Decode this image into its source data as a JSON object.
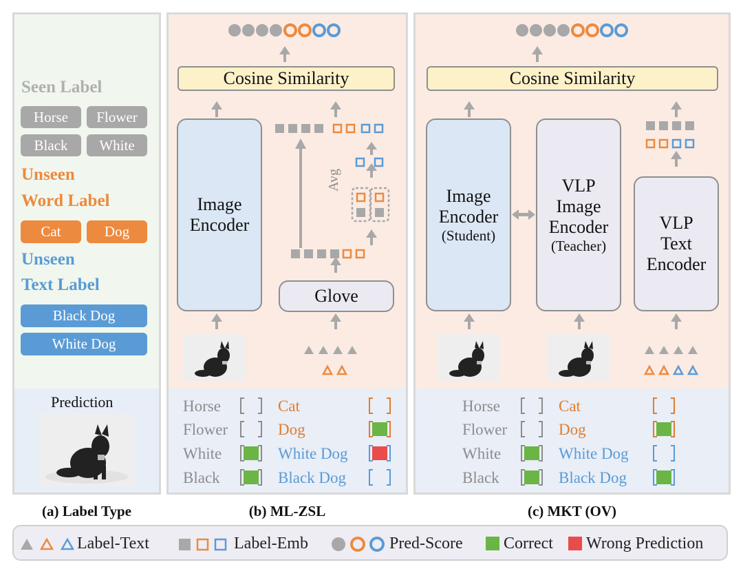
{
  "panel_a": {
    "seen_title": "Seen Label",
    "seen_labels": [
      "Horse",
      "Flower",
      "Black",
      "White"
    ],
    "unseen_word_title_1": "Unseen",
    "unseen_word_title_2": "Word Label",
    "unseen_word_labels": [
      "Cat",
      "Dog"
    ],
    "unseen_text_title_1": "Unseen",
    "unseen_text_title_2": "Text Label",
    "unseen_text_labels": [
      "Black Dog",
      "White Dog"
    ],
    "prediction_title": "Prediction",
    "caption": "(a) Label Type"
  },
  "panel_b": {
    "cosine_label": "Cosine Similarity",
    "image_encoder_1": "Image",
    "image_encoder_2": "Encoder",
    "glove_label": "Glove",
    "avg_label": "Avg",
    "caption": "(b) ML-ZSL",
    "predictions": {
      "left": [
        "Horse",
        "Flower",
        "White",
        "Black"
      ],
      "right": [
        "Cat",
        "Dog",
        "White Dog",
        "Black Dog"
      ],
      "left_marks": [
        "empty",
        "empty",
        "correct",
        "correct"
      ],
      "right_marks": [
        "empty",
        "correct",
        "wrong",
        "empty"
      ]
    }
  },
  "panel_c": {
    "cosine_label": "Cosine Similarity",
    "student_1": "Image",
    "student_2": "Encoder",
    "student_3": "(Student)",
    "teacher_1": "VLP",
    "teacher_2": "Image",
    "teacher_3": "Encoder",
    "teacher_4": "(Teacher)",
    "text_enc_1": "VLP",
    "text_enc_2": "Text",
    "text_enc_3": "Encoder",
    "caption": "(c) MKT (OV)",
    "predictions": {
      "left": [
        "Horse",
        "Flower",
        "White",
        "Black"
      ],
      "right": [
        "Cat",
        "Dog",
        "White Dog",
        "Black Dog"
      ],
      "left_marks": [
        "empty",
        "empty",
        "correct",
        "correct"
      ],
      "right_marks": [
        "empty",
        "correct",
        "empty",
        "correct"
      ]
    }
  },
  "legend": {
    "label_text": "Label-Text",
    "label_emb": "Label-Emb",
    "pred_score": "Pred-Score",
    "correct": "Correct",
    "wrong": "Wrong Prediction"
  },
  "colors": {
    "gray": "#a8a8a8",
    "orange": "#ec8a3f",
    "blue": "#5a9bd6",
    "correct": "#6ab545",
    "wrong": "#ea4b4b",
    "encoder_blue": "#dbe7f4",
    "encoder_gray": "#ebe9f1",
    "cosine": "#fdf1c9"
  },
  "icons": [
    "dog-photo",
    "triangle-icon",
    "square-icon",
    "circle-icon",
    "arrow-icon"
  ]
}
